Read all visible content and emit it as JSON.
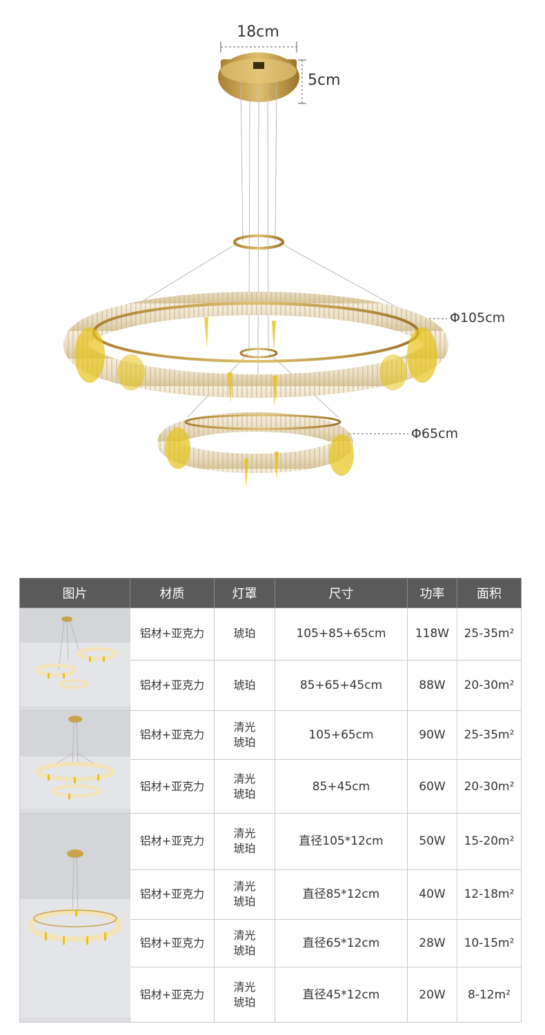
{
  "dimensions": {
    "canopy_width": "18cm",
    "canopy_height": "5cm",
    "outer_ring": "Φ105cm",
    "inner_ring": "Φ65cm"
  },
  "table": {
    "headers": [
      "图片",
      "材质",
      "灯罩",
      "尺寸",
      "功率",
      "面积"
    ],
    "groups": [
      {
        "thumbnail": "three-ring-chandelier-thumbnail",
        "rows": [
          {
            "material": "铝材+亚克力",
            "shade": [
              "琥珀"
            ],
            "size": "105+85+65cm",
            "power": "118W",
            "area": "25-35m²"
          },
          {
            "material": "铝材+亚克力",
            "shade": [
              "琥珀"
            ],
            "size": "85+65+45cm",
            "power": "88W",
            "area": "20-30m²"
          }
        ]
      },
      {
        "thumbnail": "two-ring-chandelier-thumbnail",
        "rows": [
          {
            "material": "铝材+亚克力",
            "shade": [
              "清光",
              "琥珀"
            ],
            "size": "105+65cm",
            "power": "90W",
            "area": "25-35m²"
          },
          {
            "material": "铝材+亚克力",
            "shade": [
              "清光",
              "琥珀"
            ],
            "size": "85+45cm",
            "power": "60W",
            "area": "20-30m²"
          }
        ]
      },
      {
        "thumbnail": "single-ring-chandelier-thumbnail",
        "rows": [
          {
            "material": "铝材+亚克力",
            "shade": [
              "清光",
              "琥珀"
            ],
            "size": "直径105*12cm",
            "power": "50W",
            "area": "15-20m²"
          },
          {
            "material": "铝材+亚克力",
            "shade": [
              "清光",
              "琥珀"
            ],
            "size": "直径85*12cm",
            "power": "40W",
            "area": "12-18m²"
          },
          {
            "material": "铝材+亚克力",
            "shade": [
              "清光",
              "琥珀"
            ],
            "size": "直径65*12cm",
            "power": "28W",
            "area": "10-15m²"
          },
          {
            "material": "铝材+亚克力",
            "shade": [
              "清光",
              "琥珀"
            ],
            "size": "直径45*12cm",
            "power": "20W",
            "area": "8-12m²"
          }
        ]
      }
    ]
  },
  "colors": {
    "header_bg": "#5a5a5a",
    "brass": "#c9a24a",
    "amber": "#e6c31a"
  }
}
